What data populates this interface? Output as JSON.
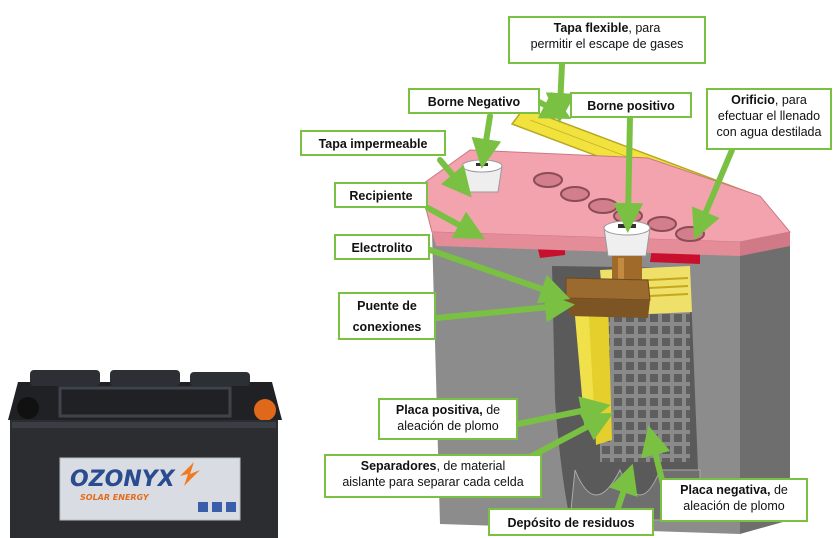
{
  "colors": {
    "callout_border": "#7ac143",
    "arrow": "#7ac143",
    "case_top": "#f2a3ad",
    "case_body": "#8c8c8c",
    "plate_yellow": "#f0e14a",
    "bridge_brown": "#9a6a2e",
    "photo_battery": "#2b2d31"
  },
  "photo": {
    "brand": "OZONYX",
    "sub_brand": "SOLAR ENERGY"
  },
  "labels": {
    "tapa_flexible_title": "Tapa flexible",
    "tapa_flexible_line1": ", para",
    "tapa_flexible_line2": "permitir el escape de gases",
    "borne_negativo": "Borne Negativo",
    "borne_positivo": "Borne positivo",
    "orificio_title": "Orificio",
    "orificio_line1": ", para",
    "orificio_line2": "efectuar el llenado",
    "orificio_line3": "con agua destilada",
    "tapa_impermeable": "Tapa impermeable",
    "recipiente": "Recipiente",
    "electrolito": "Electrolito",
    "puente_line1": "Puente de",
    "puente_line2": "conexiones",
    "placa_positiva_title": "Placa positiva,",
    "placa_positiva_line1": " de",
    "placa_positiva_line2": "aleación de plomo",
    "separadores_title": "Separadores",
    "separadores_line1": ", de material",
    "separadores_line2": "aislante para separar cada celda",
    "placa_negativa_title": "Placa negativa,",
    "placa_negativa_line1": " de",
    "placa_negativa_line2": "aleación de plomo",
    "deposito": "Depósito de residuos"
  }
}
